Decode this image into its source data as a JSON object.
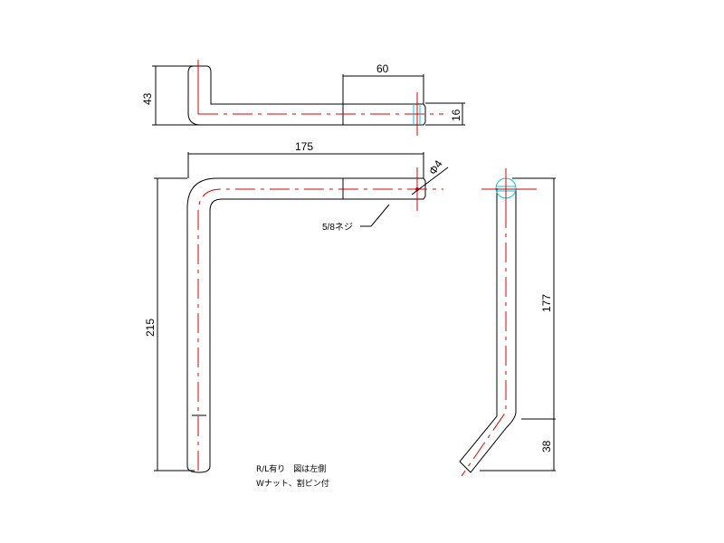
{
  "dimensions": {
    "top_height": "43",
    "thread_length": "60",
    "top_diameter": "16",
    "overall_length": "175",
    "pin_hole": "Φ4",
    "overall_height": "215",
    "side_upper": "177",
    "side_lower": "38"
  },
  "labels": {
    "thread": "5/8ネジ",
    "note_line1": "R/L有り　図は左側",
    "note_line2": "Wナット、割ピン付"
  },
  "colors": {
    "outline": "#000000",
    "centerline": "#e00000",
    "hole": "#00c8e0"
  }
}
